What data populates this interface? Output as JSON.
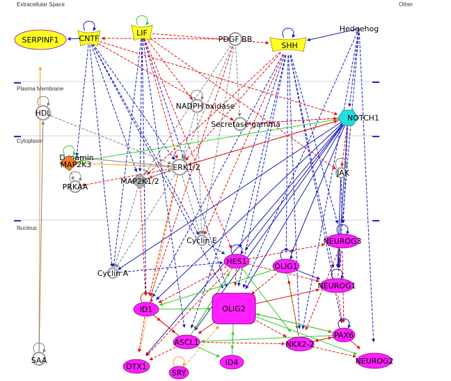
{
  "regions": {
    "extracellular": "Extracellular Space",
    "other": "Other",
    "plasma": "Plasma Membrane",
    "cytoplasm": "Cytoplasm",
    "nucleus": "Nucleus"
  },
  "colors": {
    "yellow": "#ffff22",
    "magenta": "#ff20ff",
    "cyan": "#22e0e0",
    "orange": "#ff7a1a",
    "gray": "#b0b0b0",
    "blue_edge": "#1a1ab8",
    "red_edge": "#e01010",
    "green_edge": "#33cc22",
    "orange_edge": "#f0a020",
    "gray_edge": "#808080"
  },
  "nodes": {
    "serpinf1": "SERPINF1",
    "cntf": "CNTF",
    "lif": "LIF",
    "pdgfbb": "PDGF BB",
    "shh": "SHH",
    "hedgehog": "Hedgehog",
    "hdl": "HDL",
    "nadph": "NADPH oxidase",
    "secretase": "Secretase gamma",
    "notch1": "NOTCH1",
    "dynamin": "Dynamin",
    "map2k3": "MAP2K3",
    "prkaa": "PRKAA",
    "erk": "ERK1/2",
    "map2k12": "MAP2K1/2",
    "jak": "JAK",
    "neurog3": "NEUROG3",
    "cycline": "Cyclin E",
    "hes1": "HES1",
    "olig1": "OLIG1",
    "cyclina": "Cyclin A",
    "neurog1": "NEUROG1",
    "id1": "ID1",
    "olig2": "OLIG2",
    "pax6": "PAX6",
    "ascl1": "ASCL1",
    "nkx22": "NKX2-2",
    "neurog2": "NEUROG2",
    "saa": "SAA",
    "dtx1": "DTX1",
    "id4": "ID4",
    "sry": "SRY"
  }
}
